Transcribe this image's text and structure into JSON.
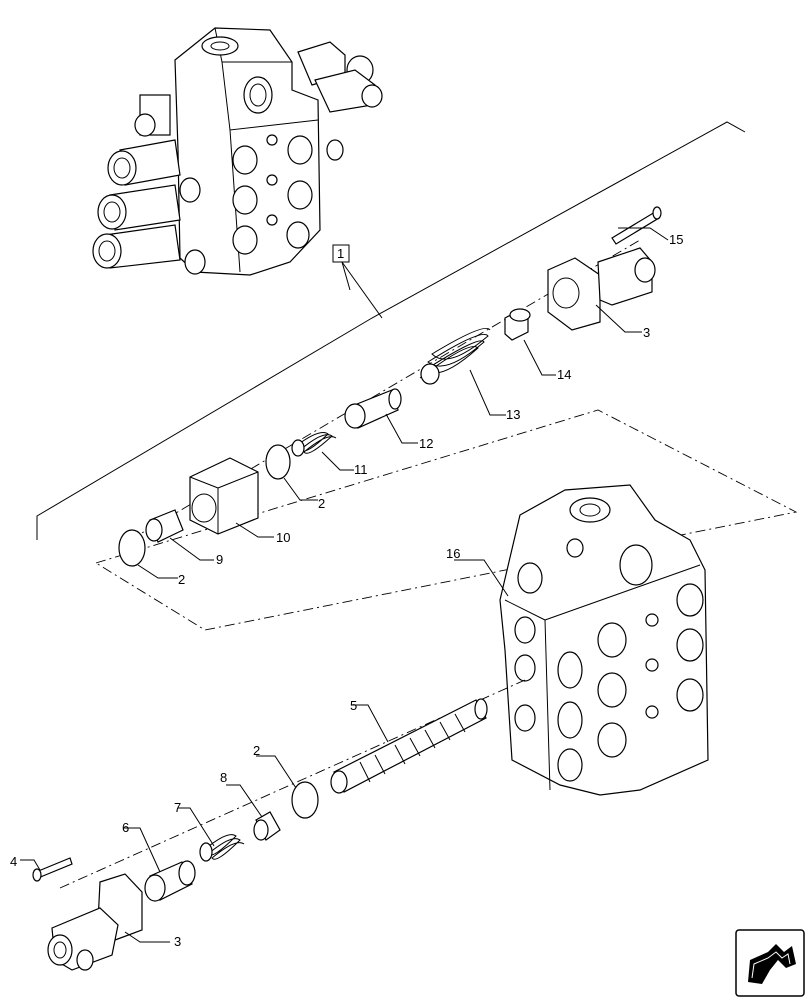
{
  "callouts": [
    {
      "id": "c1",
      "text": "1"
    },
    {
      "id": "c2a",
      "text": "2"
    },
    {
      "id": "c2b",
      "text": "2"
    },
    {
      "id": "c2c",
      "text": "2"
    },
    {
      "id": "c3a",
      "text": "3"
    },
    {
      "id": "c3b",
      "text": "3"
    },
    {
      "id": "c4",
      "text": "4"
    },
    {
      "id": "c5",
      "text": "5"
    },
    {
      "id": "c6",
      "text": "6"
    },
    {
      "id": "c7",
      "text": "7"
    },
    {
      "id": "c8",
      "text": "8"
    },
    {
      "id": "c9",
      "text": "9"
    },
    {
      "id": "c10",
      "text": "10"
    },
    {
      "id": "c11",
      "text": "11"
    },
    {
      "id": "c12",
      "text": "12"
    },
    {
      "id": "c13",
      "text": "13"
    },
    {
      "id": "c14",
      "text": "14"
    },
    {
      "id": "c15",
      "text": "15"
    },
    {
      "id": "c16",
      "text": "16"
    }
  ],
  "nav_icon": "next-page-arrow-icon"
}
